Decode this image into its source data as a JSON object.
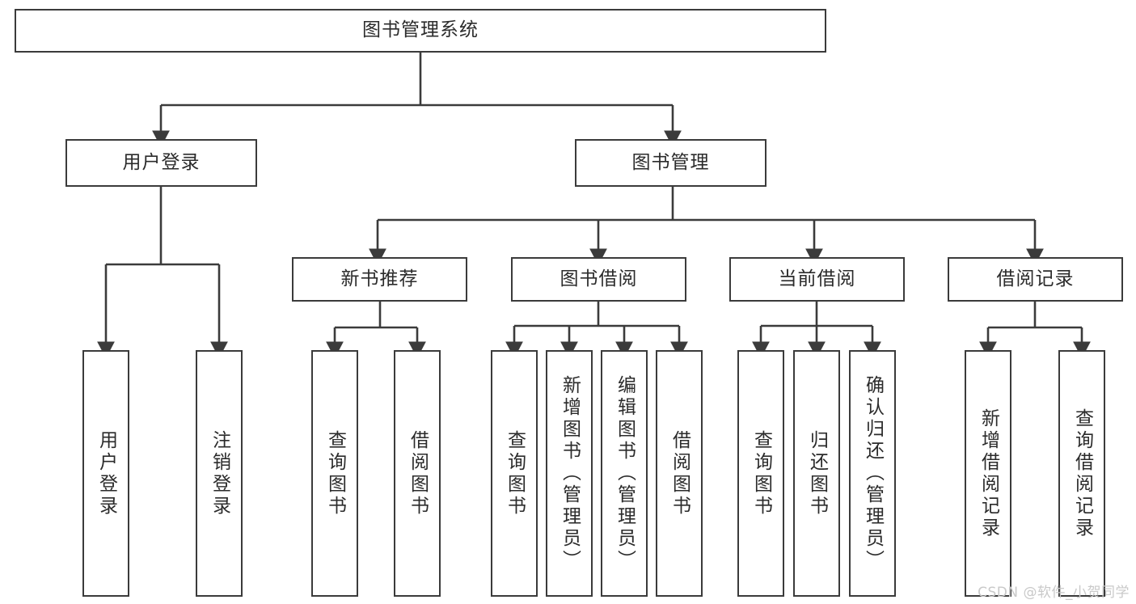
{
  "diagram": {
    "title": "图书管理系统",
    "type": "tree",
    "colors": {
      "stroke": "#3b3b3b",
      "fill": "#ffffff",
      "text": "#2b2b2b",
      "watermark": "#c9c9c9"
    },
    "root": {
      "label": "图书管理系统"
    },
    "level2": [
      {
        "label": "用户登录"
      },
      {
        "label": "图书管理"
      }
    ],
    "level3": [
      {
        "label": "新书推荐"
      },
      {
        "label": "图书借阅"
      },
      {
        "label": "当前借阅"
      },
      {
        "label": "借阅记录"
      }
    ],
    "leaves": {
      "user_login": [
        {
          "label": "用户登录"
        },
        {
          "label": "注销登录"
        }
      ],
      "new_book_recommend": [
        {
          "label": "查询图书"
        },
        {
          "label": "借阅图书"
        }
      ],
      "book_borrow": [
        {
          "label": "查询图书"
        },
        {
          "label": "新增图书（管理员）"
        },
        {
          "label": "编辑图书（管理员）"
        },
        {
          "label": "借阅图书"
        }
      ],
      "current_borrow": [
        {
          "label": "查询图书"
        },
        {
          "label": "归还图书"
        },
        {
          "label": "确认归还（管理员）"
        }
      ],
      "borrow_record": [
        {
          "label": "新增借阅记录"
        },
        {
          "label": "查询借阅记录"
        }
      ]
    }
  },
  "watermark": {
    "text": "CSDN @软件_小贺同学"
  }
}
